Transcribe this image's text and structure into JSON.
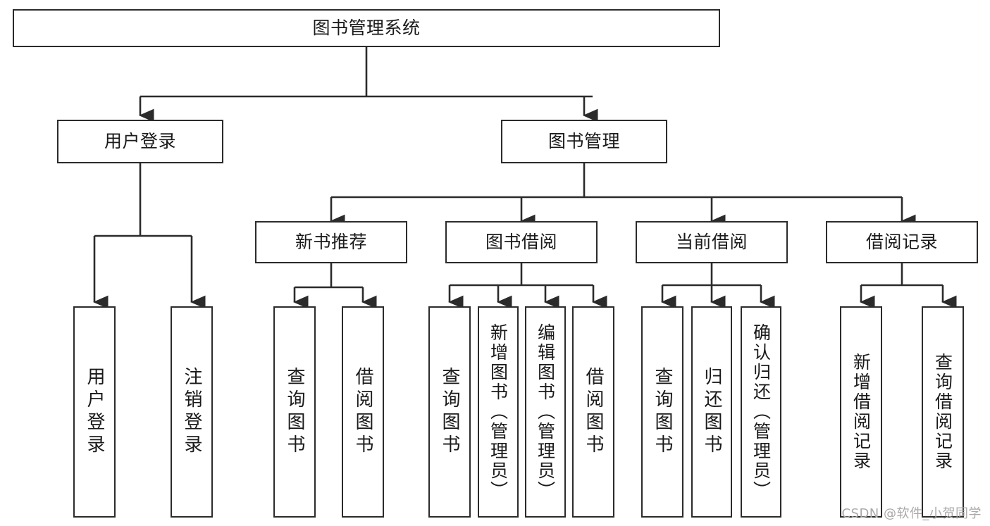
{
  "diagram": {
    "title": "图书管理系统",
    "type": "tree",
    "watermark": "CSDN @软件_小贺同学",
    "colors": {
      "box_border": "#2b2b2b",
      "box_fill": "#ffffff",
      "connector": "#2b2b2b",
      "text": "#1a1a1a",
      "watermark": "#a9a9a9"
    }
  },
  "nodes": {
    "root": {
      "label": "图书管理系统"
    },
    "level1": [
      {
        "id": "user-login",
        "label": "用户登录"
      },
      {
        "id": "book-management",
        "label": "图书管理"
      }
    ],
    "level2": [
      {
        "id": "new-book-recommend",
        "label": "新书推荐",
        "parent": "book-management"
      },
      {
        "id": "book-borrow",
        "label": "图书借阅",
        "parent": "book-management"
      },
      {
        "id": "current-borrow",
        "label": "当前借阅",
        "parent": "book-management"
      },
      {
        "id": "borrow-record",
        "label": "借阅记录",
        "parent": "book-management"
      }
    ],
    "leaves": {
      "user_login": [
        {
          "id": "leaf-user-login",
          "label": "用户登录"
        },
        {
          "id": "leaf-logout-login",
          "label": "注销登录"
        }
      ],
      "new_book_recommend": [
        {
          "id": "leaf-query-book-1",
          "label": "查询图书"
        },
        {
          "id": "leaf-borrow-book-1",
          "label": "借阅图书"
        }
      ],
      "book_borrow": [
        {
          "id": "leaf-query-book-2",
          "label": "查询图书"
        },
        {
          "id": "leaf-add-book",
          "label": "新增图书（管理员）"
        },
        {
          "id": "leaf-edit-book",
          "label": "编辑图书（管理员）"
        },
        {
          "id": "leaf-borrow-book-2",
          "label": "借阅图书"
        }
      ],
      "current_borrow": [
        {
          "id": "leaf-query-book-3",
          "label": "查询图书"
        },
        {
          "id": "leaf-return-book",
          "label": "归还图书"
        },
        {
          "id": "leaf-confirm-return",
          "label": "确认归还（管理员）"
        }
      ],
      "borrow_record": [
        {
          "id": "leaf-add-record",
          "label": "新增借阅记录"
        },
        {
          "id": "leaf-query-record",
          "label": "查询借阅记录"
        }
      ]
    }
  }
}
